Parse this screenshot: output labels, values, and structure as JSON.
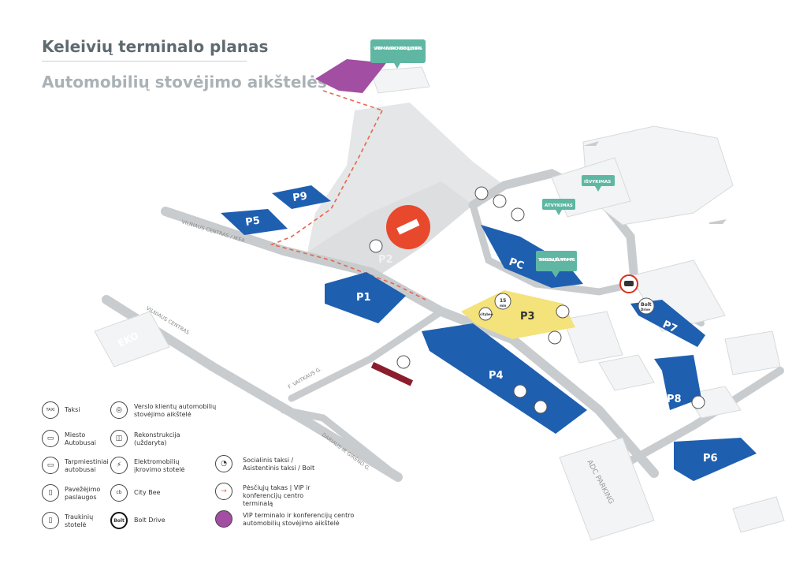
{
  "header": {
    "title": "Keleivių terminalo planas",
    "subtitle": "Automobilių stovėjimo aikštelės"
  },
  "parking_lots": [
    "P9",
    "P5",
    "P2",
    "P1",
    "PC",
    "P3",
    "P4",
    "P7",
    "P8",
    "P6"
  ],
  "buildings": {
    "eko": "EKO",
    "adc": "ADC PARKING"
  },
  "bubbles": {
    "vip": "VIP TERMINALAS IR KONFERENCIJŲ CENTRAS",
    "isvykimas": "IŠVYKIMAS",
    "atvykimas": "ATVYKIMAS",
    "islaipinimas": "TIK KELEIVIŲ IŠLAIPINIMAS"
  },
  "roads": {
    "vilniaus_ikea": "VILNIAUS CENTRAS / IKEA",
    "vilniaus_centras": "VILNIAUS CENTRAS",
    "vaitkaus": "F. VAITKAUS G.",
    "dariaus_girenas": "DARIAUS IR GIRĖNO G."
  },
  "badges": {
    "p3_minutes": "15",
    "p3_min_unit": "min",
    "citybee": "citybee",
    "bolt": "Bolt",
    "bolt_sub": "Drive"
  },
  "legend": [
    {
      "icon": "taxi-icon",
      "glyph": "TAXI",
      "label": "Taksi"
    },
    {
      "icon": "bus-icon",
      "glyph": "▭",
      "label": "Miesto Autobusai"
    },
    {
      "icon": "intercity-bus-icon",
      "glyph": "▭",
      "label": "Tarpmiestiniai autobusai"
    },
    {
      "icon": "rideshare-icon",
      "glyph": "▯",
      "label": "Pavežėjimo paslaugos"
    },
    {
      "icon": "train-icon",
      "glyph": "▯",
      "label": "Traukinių stotelė"
    },
    {
      "icon": "business-parking-icon",
      "glyph": "◎",
      "label": "Verslo klientų automobilių stovėjimo aikštelė"
    },
    {
      "icon": "reconstruction-icon",
      "glyph": "◫",
      "label": "Rekonstrukcija (uždaryta)"
    },
    {
      "icon": "ev-charging-icon",
      "glyph": "⚡",
      "label": "Elektromobilių įkrovimo stotelė"
    },
    {
      "icon": "citybee-icon",
      "glyph": "cb",
      "label": "City Bee"
    },
    {
      "icon": "bolt-icon",
      "glyph": "Bolt",
      "label": "Bolt Drive"
    },
    {
      "icon": "social-taxi-icon",
      "glyph": "◔",
      "label": "Socialinis taksi / Asistentinis taksi / Bolt"
    },
    {
      "icon": "pedestrian-path-icon",
      "glyph": "→",
      "label": "Pėsčiųjų takas | VIP ir konferencijų centro terminalą"
    },
    {
      "icon": "vip-parking-icon",
      "glyph": "",
      "label": "VIP terminalo ir konferencijų centro automobilių stovėjimo aikštelė"
    }
  ],
  "colors": {
    "parking_blue": "#1f5fb0",
    "p3_yellow": "#f4e27a",
    "vip_purple": "#a24ea3",
    "bubble_green": "#5fb7a3",
    "road_grey": "#c9ccce",
    "no_entry_red": "#e8482c"
  }
}
